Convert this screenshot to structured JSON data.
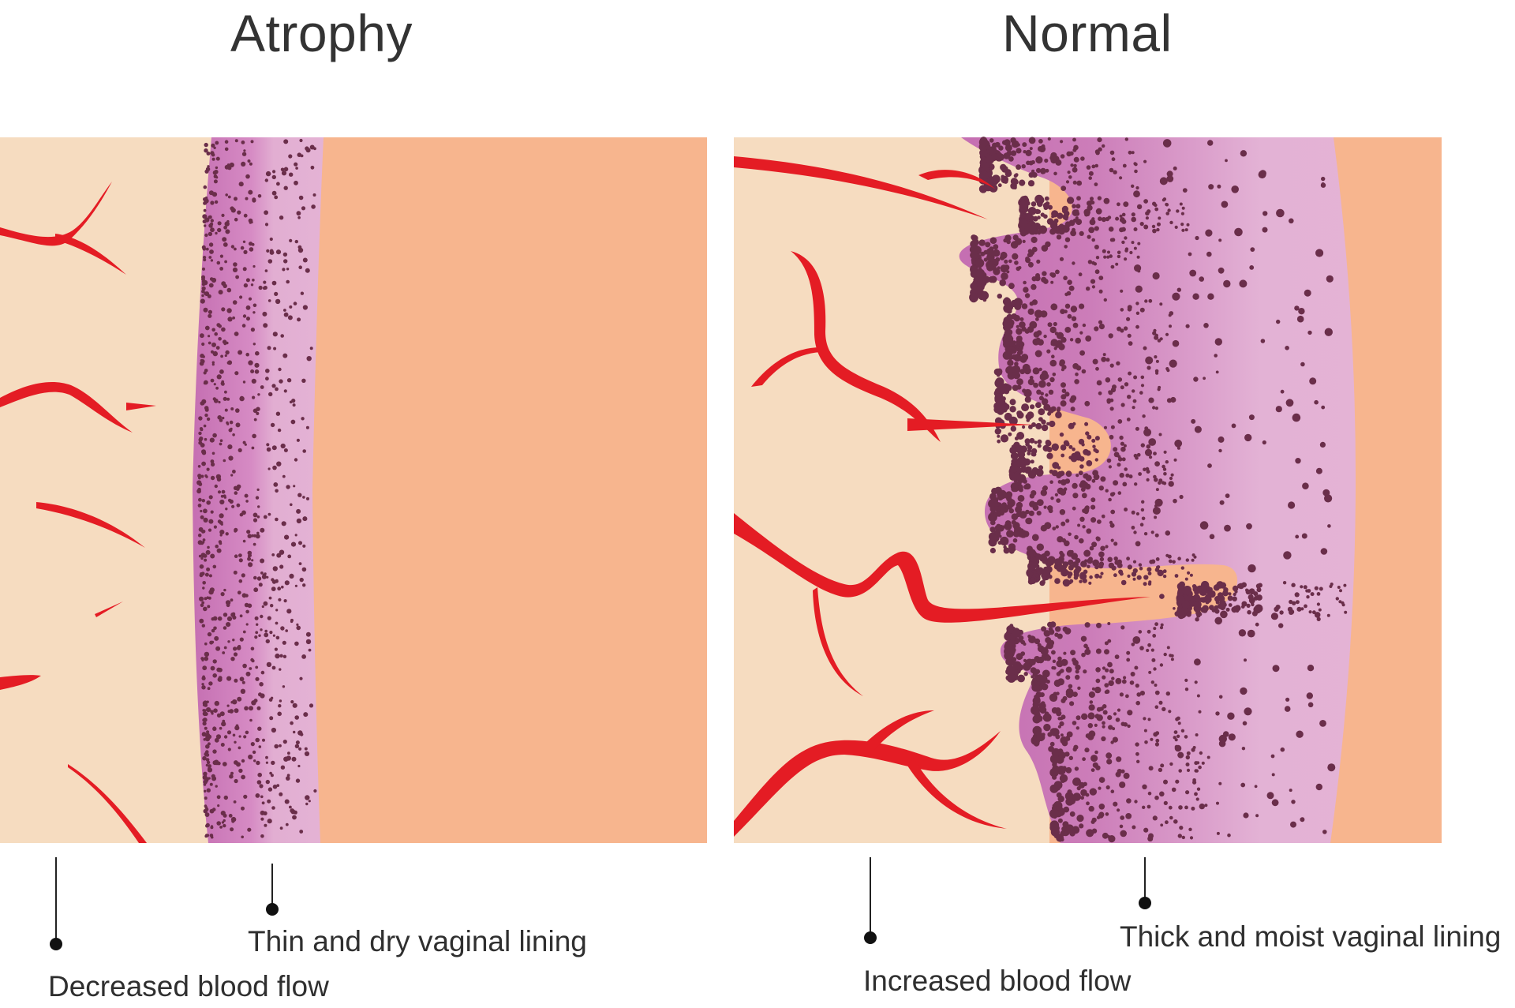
{
  "panels": {
    "left": {
      "title": "Atrophy",
      "labels": {
        "blood_flow": "Decreased blood flow",
        "lining": "Thin and dry vaginal lining"
      }
    },
    "right": {
      "title": "Normal",
      "labels": {
        "blood_flow": "Increased blood flow",
        "lining": "Thick and moist vaginal lining"
      }
    }
  },
  "colors": {
    "tissue": "#F6DCC0",
    "muscle": "#F7B58E",
    "lining_light": "#E2AED2",
    "lining_dark": "#C56FB2",
    "cells": "#6A2E4A",
    "vessels": "#E41C24",
    "text": "#333333"
  }
}
